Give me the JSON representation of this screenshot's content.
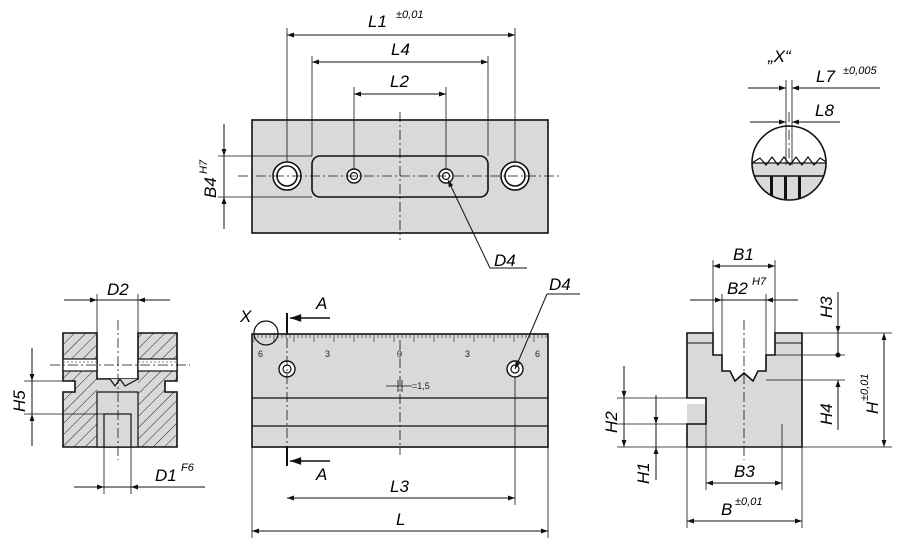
{
  "labels": {
    "L1": "L1",
    "L1_tol": "±0,01",
    "L4": "L4",
    "L2": "L2",
    "B4": "B4",
    "B4_tol": "H7",
    "D4_top": "D4",
    "D4_front": "D4",
    "detail_title": "„X“",
    "L7": "L7",
    "L7_tol": "±0,005",
    "L8": "L8",
    "D2": "D2",
    "H5": "H5",
    "D1": "D1",
    "D1_tol": "F6",
    "X_mark": "X",
    "A_top": "A",
    "A_bottom": "A",
    "L3": "L3",
    "L": "L",
    "B1": "B1",
    "B2": "B2",
    "B2_tol": "H7",
    "H3": "H3",
    "H": "H",
    "H_tol": "±0,01",
    "H4": "H4",
    "H2": "H2",
    "H1": "H1",
    "B3": "B3",
    "B": "B",
    "B_tol": "±0,01"
  },
  "scale": {
    "left_6": "6",
    "left_3": "3",
    "zero": "0",
    "right_3": "3",
    "right_6": "6",
    "resolution": "=1,5"
  }
}
